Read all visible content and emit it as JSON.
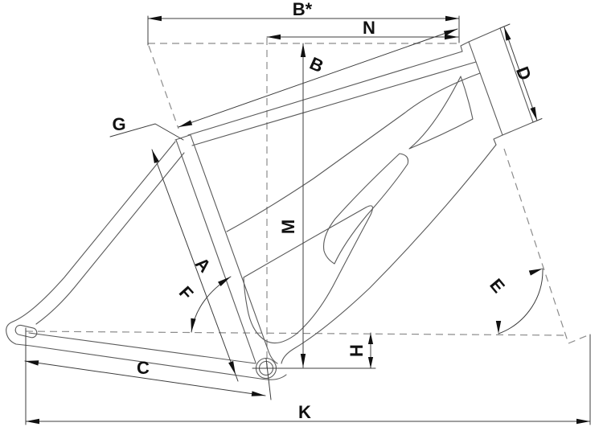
{
  "diagram": {
    "type": "bicycle-frame-geometry",
    "colors": {
      "frame_line": "#5a5a5a",
      "dimension_line": "#3c3c3c",
      "dashed_reference": "#8c8c8c",
      "label_text": "#111111",
      "background": "#ffffff"
    },
    "labels": {
      "b_star": "B*",
      "n": "N",
      "b": "B",
      "d": "D",
      "g": "G",
      "a": "A",
      "f": "F",
      "m": "M",
      "e": "E",
      "h": "H",
      "c": "C",
      "k": "K"
    }
  }
}
